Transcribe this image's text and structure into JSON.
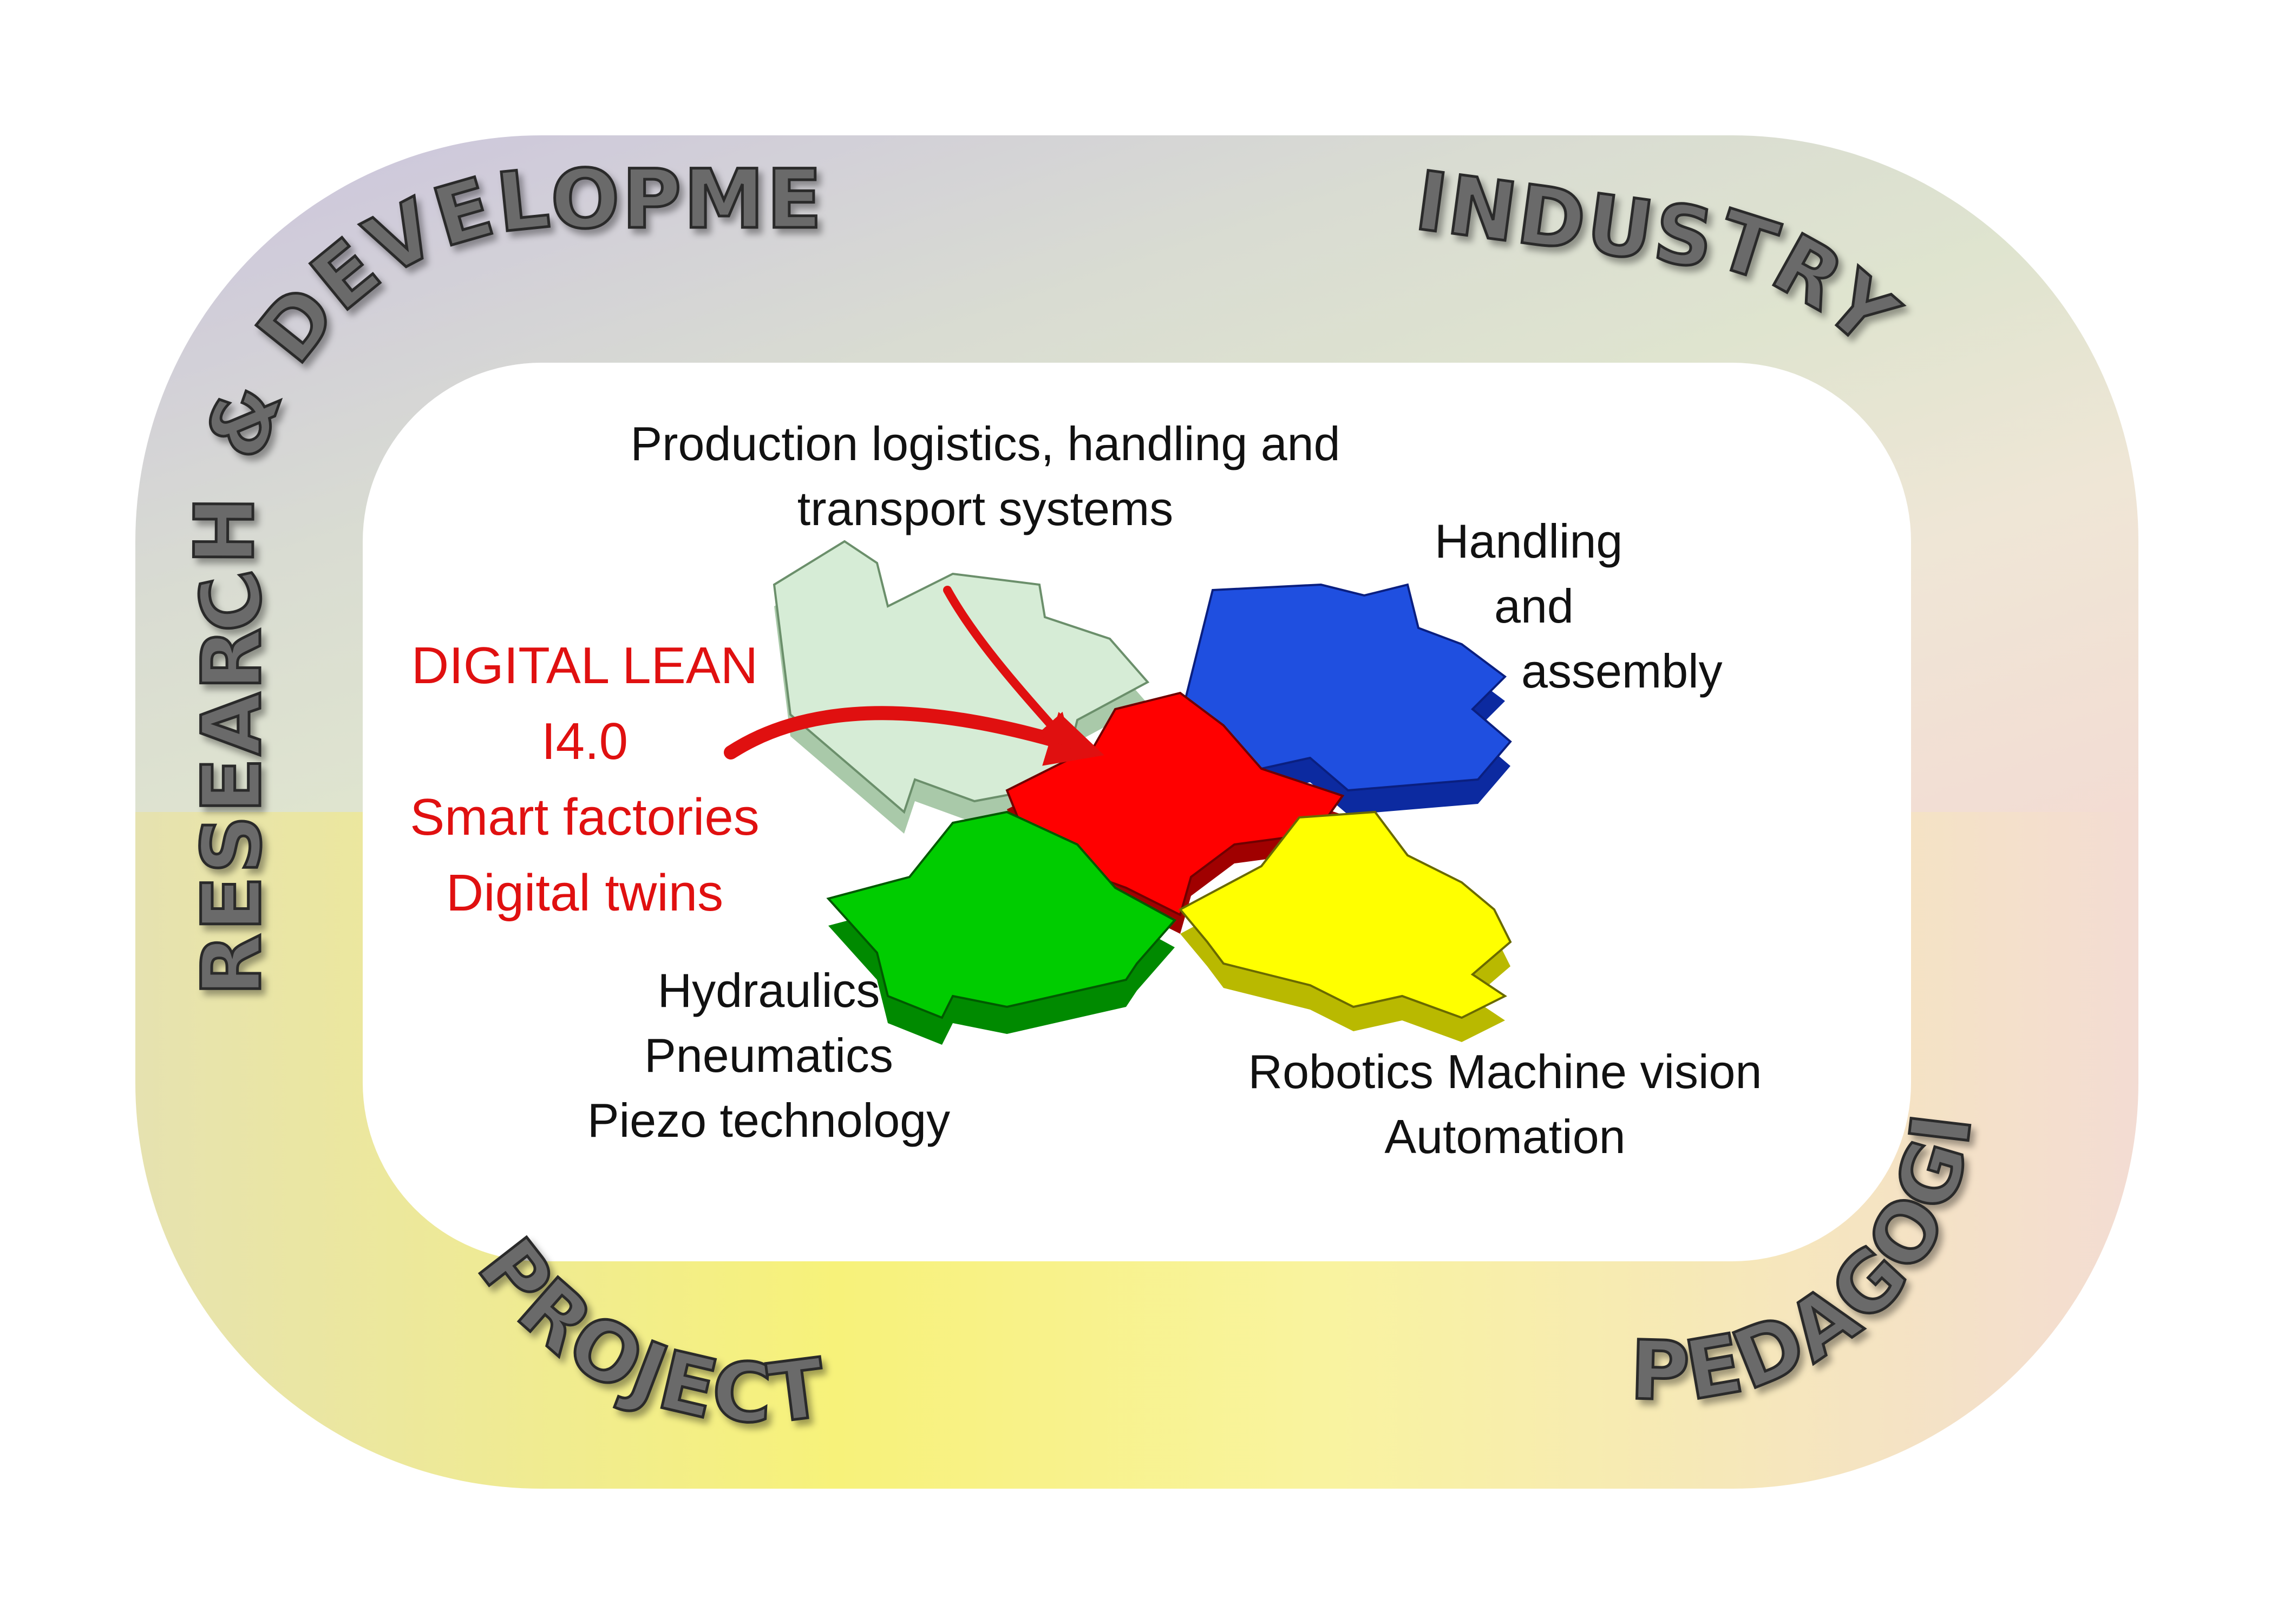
{
  "ring": {
    "segments": [
      {
        "label": "RESEARCH & DEVELOPMENT",
        "color": "#cdc6de"
      },
      {
        "label": "INDUSTRY",
        "color": "#dfe4cf"
      },
      {
        "label": "PEDAGOGIC",
        "color": "#f0e0d6"
      },
      {
        "label": "PROJECTS",
        "color": "#f5f07a"
      }
    ]
  },
  "focus": {
    "lines": [
      "DIGITAL LEAN",
      "I4.0",
      "Smart factories",
      "Digital twins"
    ],
    "color": "#e01010"
  },
  "domains": {
    "logistics": {
      "lines": [
        "Production logistics, handling and",
        "transport systems"
      ]
    },
    "handling": {
      "lines": [
        "Handling",
        "and",
        "assembly"
      ]
    },
    "fluid": {
      "lines": [
        "Hydraulics",
        "Pneumatics",
        "Piezo technology"
      ]
    },
    "robotics": {
      "lines": [
        "Robotics Machine vision",
        "Automation"
      ]
    }
  },
  "puzzle": {
    "colors": {
      "light": "#d6ecd6",
      "blue": "#1f4fe0",
      "red": "#ff0000",
      "green": "#00cc00",
      "yellow": "#ffff00"
    }
  }
}
